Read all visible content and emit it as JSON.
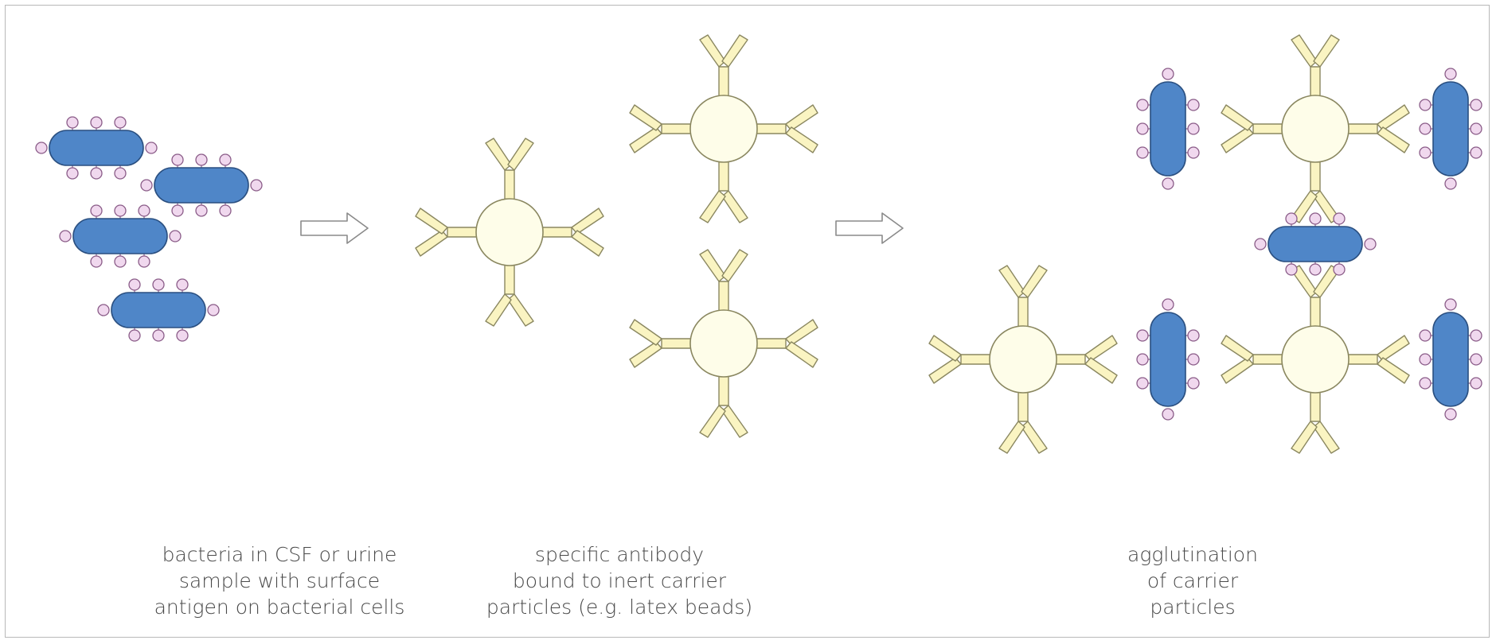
{
  "colors": {
    "bacterium_fill": "#4f86c8",
    "bacterium_stroke": "#2a4f80",
    "antigen_fill": "#f0d8ee",
    "antigen_stroke": "#8a5c88",
    "antibody_fill": "#faf4c2",
    "antibody_stroke": "#8a8760",
    "bead_fill": "#fefde9",
    "bead_stroke": "#8a8760",
    "arrow_stroke": "#8a8a8a"
  },
  "panels": [
    {
      "name": "bacteria",
      "caption_lines": [
        "bacteria in CSF or urine",
        "sample with surface",
        "antigen on bacterial cells"
      ]
    },
    {
      "name": "antibody",
      "caption_lines": [
        "specific antibody",
        "bound to inert carrier",
        "particles (e.g. latex beads)"
      ]
    },
    {
      "name": "agglutination",
      "caption_lines": [
        "agglutination",
        "of carrier",
        "particles"
      ]
    }
  ],
  "icons": [
    "bacterium-icon",
    "antigen-icon",
    "antibody-icon",
    "latex-bead-icon",
    "arrow-right-icon"
  ]
}
